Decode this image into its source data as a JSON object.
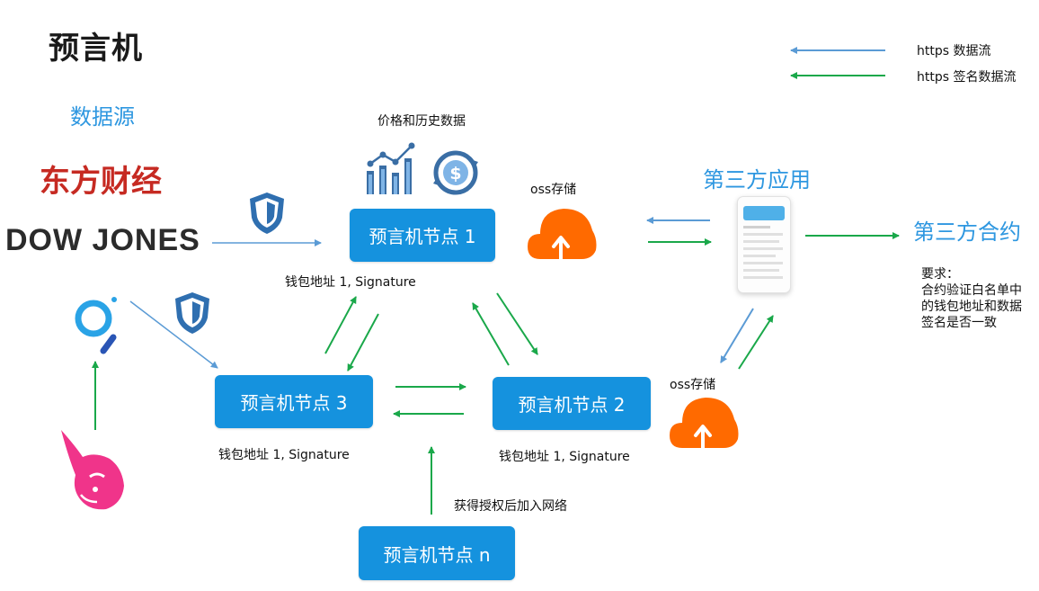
{
  "title": "预言机",
  "data_source_title": "数据源",
  "sources": {
    "eastmoney": "东方财经",
    "dowjones": "DOW JONES"
  },
  "legend": [
    {
      "label": "https 数据流",
      "color": "#5b9bd5"
    },
    {
      "label": "https 签名数据流",
      "color": "#1aa84a"
    }
  ],
  "price_label": "价格和历史数据",
  "oss_label_1": "oss存储",
  "oss_label_2": "oss存储",
  "nodes": {
    "n1": "预言机节点 1",
    "n2": "预言机节点 2",
    "n3": "预言机节点 3",
    "nn": "预言机节点 n"
  },
  "signatures": {
    "s1": "钱包地址 1, Signature",
    "s2": "钱包地址 1, Signature",
    "s3": "钱包地址 1, Signature"
  },
  "join_label": "获得授权后加入网络",
  "third_party_app": "第三方应用",
  "third_party_contract": "第三方合约",
  "requirements": [
    "要求：",
    "合约验证白名单中",
    "的钱包地址和数据",
    "签名是否一致"
  ],
  "colors": {
    "node": "#1592de",
    "heading": "#2e97e0",
    "data_flow": "#5b9bd5",
    "signed_flow": "#1aa84a",
    "oss": "#ff6a00"
  },
  "icons": [
    "shield-icon",
    "chart-icon",
    "currency-exchange-icon",
    "cloud-upload-icon",
    "phone-app-icon",
    "search-logo-icon",
    "unicorn-logo-icon"
  ]
}
